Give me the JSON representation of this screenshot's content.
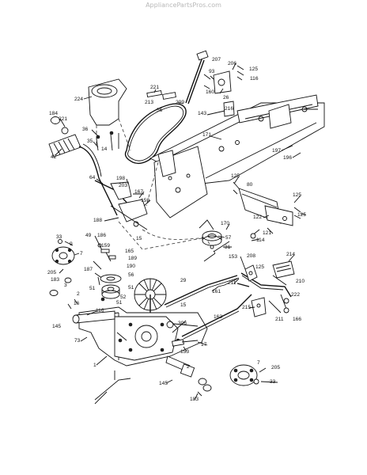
{
  "watermark": "AppliancePartsPros.com",
  "part_labels": {
    "p224": "224",
    "p221a": "221",
    "p213": "213",
    "p56": "56",
    "p209": "209",
    "p207": "207",
    "p93": "93",
    "p206": "206",
    "p125a": "125",
    "p116a": "116",
    "p160": "160",
    "p26": "26",
    "p216": "216",
    "p143": "143",
    "p184": "184",
    "p221b": "221",
    "p36": "36",
    "p35": "35",
    "p14": "14",
    "p42": "42",
    "p171": "171",
    "p197": "197",
    "p196": "196",
    "p64": "64",
    "p198": "198",
    "p203": "203",
    "p167": "167",
    "p159": "159",
    "p188": "188",
    "p15a": "15",
    "p125b": "125",
    "p80": "80",
    "p125c": "125",
    "p125d": "125",
    "p122": "122",
    "p121": "121",
    "p114": "114",
    "p170": "170",
    "p57": "57",
    "p31a": "31",
    "p33a": "33",
    "p9": "9",
    "p49": "49",
    "p186": "186",
    "p165": "165",
    "p159b": "159",
    "p7a": "7",
    "p189": "189",
    "p190": "190",
    "p187": "187",
    "p205a": "205",
    "p56b": "56",
    "p51a": "51",
    "p51b": "51",
    "p52": "52",
    "p183a": "183",
    "p3": "3",
    "p51c": "51",
    "p153a": "153",
    "p208": "208",
    "p214": "214",
    "p125e": "125",
    "p211": "211",
    "p210": "210",
    "p29": "29",
    "p161": "161",
    "p222": "222",
    "p215": "215",
    "p166": "166",
    "p211b": "211",
    "p163": "163",
    "p15b": "15",
    "p306": "306",
    "p2a": "2",
    "p16": "16",
    "p116b": "116",
    "p145a": "145",
    "p73": "73",
    "p1": "1",
    "p153b": "153",
    "p17": "17",
    "p2b": "2",
    "p145b": "145",
    "p7b": "7",
    "p205b": "205",
    "p33b": "33",
    "p183b": "183"
  }
}
